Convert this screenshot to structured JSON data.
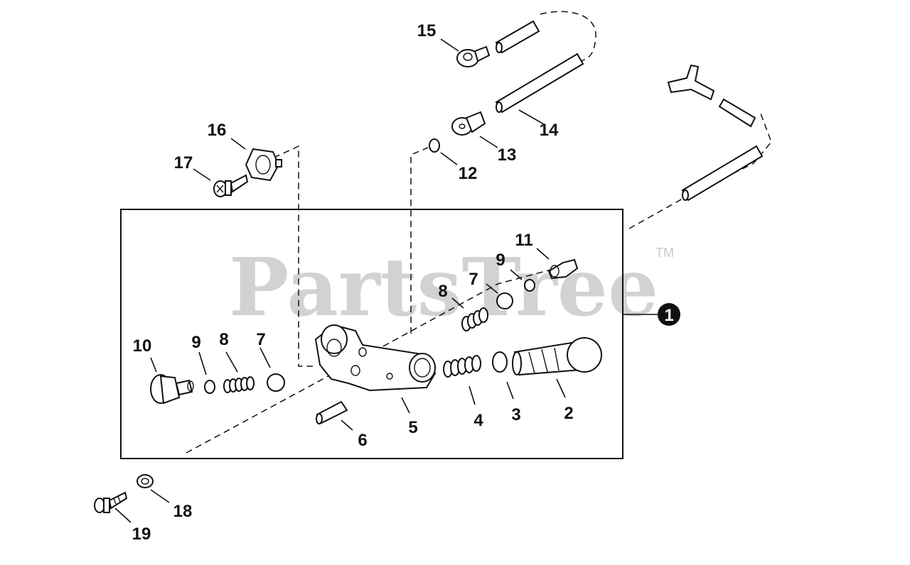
{
  "watermark": {
    "brand": "PartsTree",
    "trademark": "TM"
  },
  "callouts": [
    {
      "id": "c1",
      "text": "1"
    },
    {
      "id": "c2",
      "text": "2"
    },
    {
      "id": "c3",
      "text": "3"
    },
    {
      "id": "c4",
      "text": "4"
    },
    {
      "id": "c5",
      "text": "5"
    },
    {
      "id": "c6",
      "text": "6"
    },
    {
      "id": "c7a",
      "text": "7"
    },
    {
      "id": "c7b",
      "text": "7"
    },
    {
      "id": "c8a",
      "text": "8"
    },
    {
      "id": "c8b",
      "text": "8"
    },
    {
      "id": "c9a",
      "text": "9"
    },
    {
      "id": "c9b",
      "text": "9"
    },
    {
      "id": "c10",
      "text": "10"
    },
    {
      "id": "c11",
      "text": "11"
    },
    {
      "id": "c12",
      "text": "12"
    },
    {
      "id": "c13",
      "text": "13"
    },
    {
      "id": "c14",
      "text": "14"
    },
    {
      "id": "c15",
      "text": "15"
    },
    {
      "id": "c16",
      "text": "16"
    },
    {
      "id": "c17",
      "text": "17"
    },
    {
      "id": "c18",
      "text": "18"
    },
    {
      "id": "c19",
      "text": "19"
    }
  ]
}
